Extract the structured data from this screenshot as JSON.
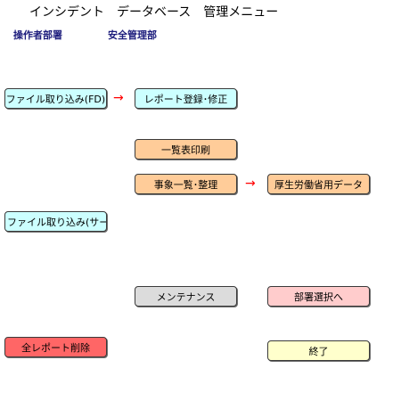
{
  "header": {
    "title": "インシデント　データベース　管理メニュー",
    "user_label": "操作者部署",
    "department": "安全管理部"
  },
  "buttons": {
    "import_fd": "ファイル取り込み(FD)",
    "report_edit": "レポート登録･修正",
    "list_print": "一覧表印刷",
    "case_list": "事象一覧･整理",
    "mhlw_data": "厚生労働省用データ",
    "import_server": "ファイル取り込み(サーバ)",
    "maintenance": "メンテナンス",
    "select_dept": "部署選択へ",
    "delete_all": "全レポート削除",
    "exit": "終了"
  },
  "arrows": {
    "arrow1": "→",
    "arrow2": "→"
  },
  "colors": {
    "cyan": "#ccffff",
    "orange": "#ffcc99",
    "gray": "#dcdcdc",
    "pink": "#ffcccc",
    "red": "#ff6666",
    "yellow": "#ffffcc",
    "arrow": "#ff0000",
    "department_text": "#1c1c7c"
  }
}
